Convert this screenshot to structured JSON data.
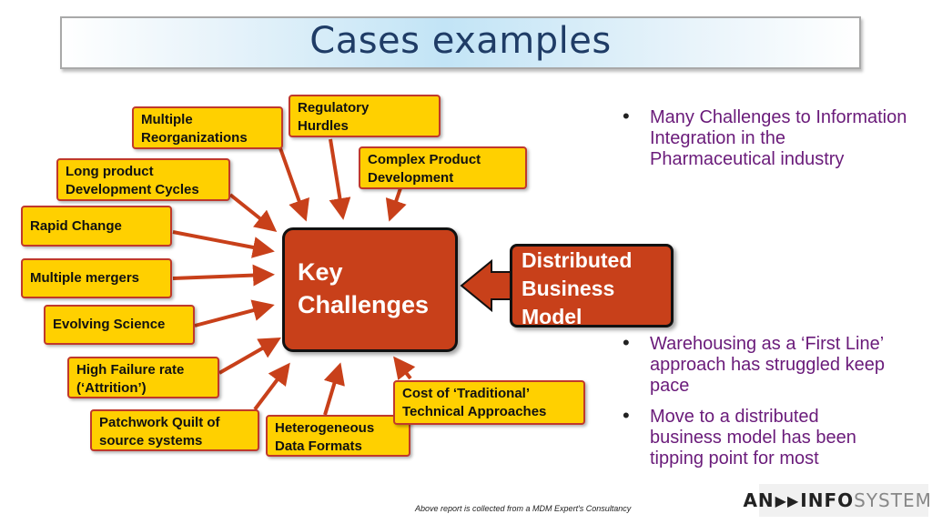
{
  "title": "Cases examples",
  "center": {
    "line1": "Key",
    "line2": "Challenges"
  },
  "distributed": {
    "line1": "Distributed",
    "line2": "Business",
    "line3": "Model"
  },
  "challenges": [
    {
      "id": "regulatory",
      "line1": "Regulatory",
      "line2": "Hurdles"
    },
    {
      "id": "multiple-reorg",
      "line1": "Multiple",
      "line2": "Reorganizations"
    },
    {
      "id": "complex-product",
      "line1": "Complex Product",
      "line2": "Development"
    },
    {
      "id": "long-product",
      "line1": "Long product",
      "line2": "Development Cycles"
    },
    {
      "id": "rapid-change",
      "line1": "Rapid Change"
    },
    {
      "id": "multiple-mergers",
      "line1": "Multiple mergers"
    },
    {
      "id": "evolving-science",
      "line1": "Evolving Science"
    },
    {
      "id": "high-failure",
      "line1": "High Failure rate",
      "line2": "(‘Attrition’)"
    },
    {
      "id": "patchwork",
      "line1": "Patchwork Quilt of",
      "line2": "source systems"
    },
    {
      "id": "heterogeneous",
      "line1": "Heterogeneous",
      "line2": "Data Formats"
    },
    {
      "id": "cost-traditional",
      "line1": "Cost of ‘Traditional’",
      "line2": "Technical Approaches"
    }
  ],
  "bullets": [
    "Many Challenges to Information Integration in the Pharmaceutical industry",
    "Warehousing as a ‘First Line’ approach has struggled keep pace",
    "Move to a distributed business model has been tipping point for most"
  ],
  "footnote": "Above report is collected from a MDM Expert's Consultancy",
  "logo": {
    "part1": "AN",
    "arrows": "▶▶",
    "part2": "INFO",
    "part3": "SYSTEMS"
  },
  "colors": {
    "box_fill": "#ffd000",
    "box_border": "#c0392b",
    "center_fill": "#c8401a",
    "arrow": "#c8401a",
    "bullet_text": "#6a1b7a",
    "title_text": "#1f3c66"
  },
  "icons": {
    "bullet": "bullet-dot",
    "arrow": "arrow-pointer",
    "big_arrow": "block-arrow-left"
  }
}
